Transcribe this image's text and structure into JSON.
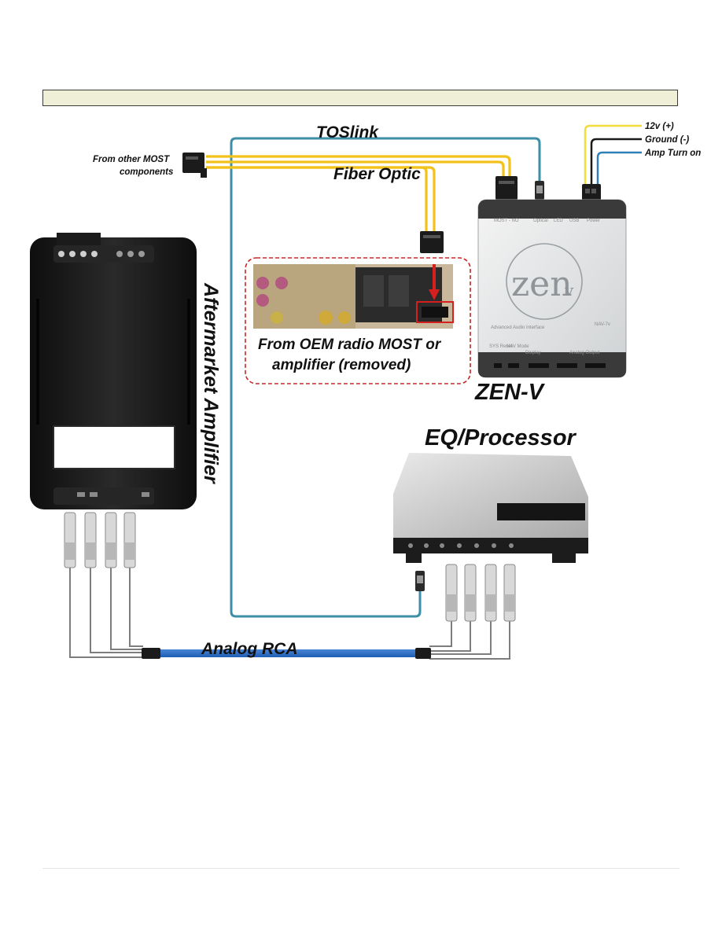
{
  "labels": {
    "toslink": "TOSlink",
    "fiber_optic": "Fiber Optic",
    "from_other_most_line1": "From other MOST",
    "from_other_most_line2": "components",
    "power_12v": "12v (+)",
    "power_ground": "Ground (-)",
    "power_amp_turn_on": "Amp Turn on",
    "aftermarket_amplifier": "Aftermarket Amplifier",
    "oem_line1": "From OEM radio MOST or",
    "oem_line2": "amplifier (removed)",
    "zen_v": "ZEN-V",
    "eq_processor": "EQ/Processor",
    "analog_rca": "Analog RCA"
  },
  "device_text": {
    "zen_logo": "zen",
    "zen_logo_v": "v",
    "zen_subtitle": "Advanced Audio Interface",
    "zen_model": "NAV-7v",
    "zen_top_labels": [
      "MOST - NO",
      "Optical",
      "LED",
      "USB",
      "Power"
    ],
    "zen_front_labels": [
      "SYS Reset",
      "NAV Mode",
      "Display",
      "Analog Output"
    ]
  },
  "colors": {
    "toslink_cable": "#3d8fa8",
    "fiber_cable": "#f2c21a",
    "power_12v": "#f3dc3c",
    "power_ground": "#1a1a1a",
    "power_amp_turn_on": "#2f7fb8",
    "rca_cable": "#2f6fc8",
    "highlight_box": "#d61f1f",
    "oem_callout_border": "#c62828"
  }
}
